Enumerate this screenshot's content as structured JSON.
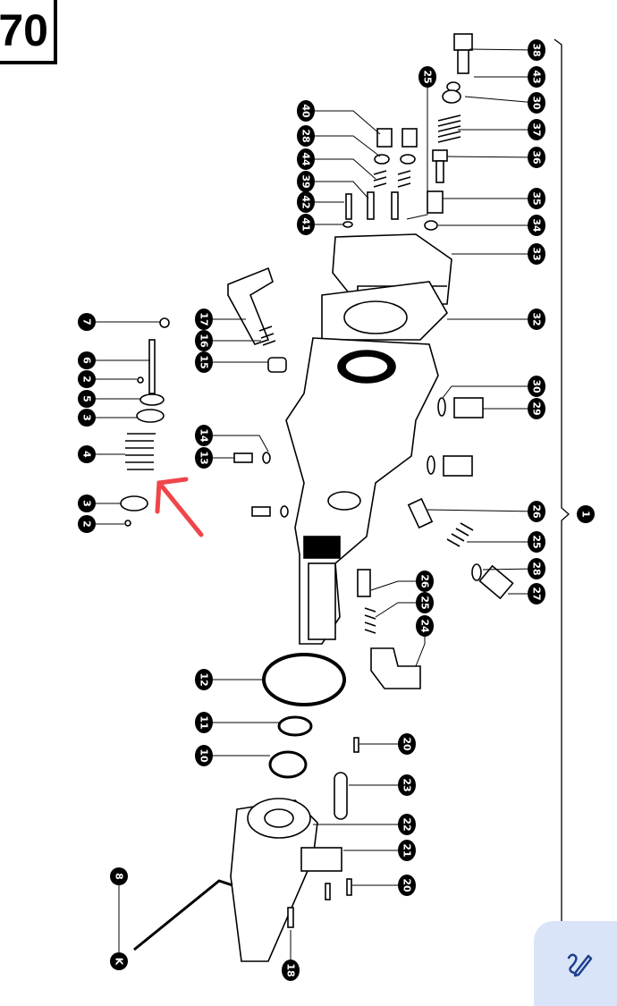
{
  "page_number": "70",
  "callouts": [
    "38",
    "43",
    "30",
    "37",
    "36",
    "35",
    "34",
    "33",
    "32",
    "30",
    "29",
    "26",
    "25",
    "28",
    "27",
    "1",
    "25",
    "40",
    "28",
    "44",
    "39",
    "42",
    "41",
    "7",
    "6",
    "2",
    "5",
    "3",
    "4",
    "3",
    "2",
    "17",
    "16",
    "15",
    "14",
    "13",
    "26",
    "25",
    "24",
    "12",
    "11",
    "10",
    "20",
    "23",
    "22",
    "21",
    "20",
    "8",
    "K",
    "18"
  ],
  "annotation": {
    "color": "#f0454a",
    "icon": "arrow-annotation"
  },
  "edit_button": {
    "icon": "pen-edit-icon",
    "color": "#1d3f8f",
    "bg": "#d9e4f8"
  }
}
